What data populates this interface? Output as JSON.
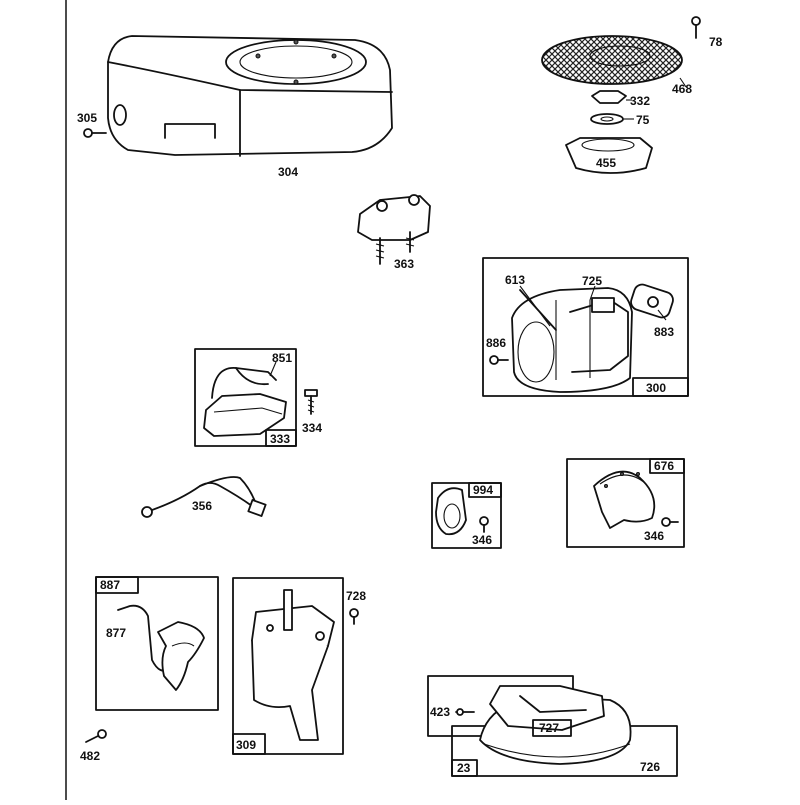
{
  "diagram": {
    "callouts": {
      "p78": "78",
      "p468": "468",
      "p332": "332",
      "p75": "75",
      "p455": "455",
      "p305": "305",
      "p304": "304",
      "p363": "363",
      "p613": "613",
      "p725": "725",
      "p883": "883",
      "p886": "886",
      "p300": "300",
      "p851": "851",
      "p333": "333",
      "p334": "334",
      "p356": "356",
      "p994": "994",
      "p346a": "346",
      "p676": "676",
      "p346b": "346",
      "p887": "887",
      "p877": "877",
      "p728": "728",
      "p309": "309",
      "p482": "482",
      "p423": "423",
      "p727": "727",
      "p23": "23",
      "p726": "726"
    }
  }
}
